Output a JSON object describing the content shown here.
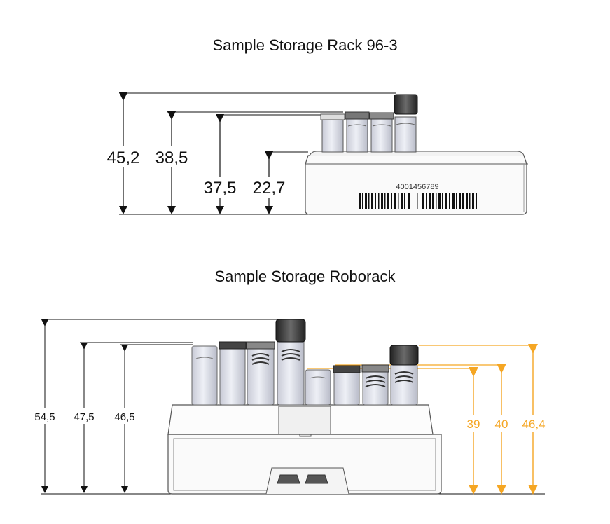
{
  "titles": {
    "top": "Sample Storage Rack 96-3",
    "bottom": "Sample Storage Roborack"
  },
  "rack_96_3": {
    "dimensions": [
      "45,2",
      "38,5",
      "37,5",
      "22,7"
    ],
    "barcode_number": "4001456789"
  },
  "roborack": {
    "dimensions_left": [
      "54,5",
      "47,5",
      "46,5"
    ],
    "dimensions_right": [
      "39",
      "40",
      "46,4"
    ]
  },
  "colors": {
    "dimension_line": "#111111",
    "accent_orange": "#f5a623",
    "part_outline": "#555555",
    "tube_fill": "#e2e4ec",
    "cap_fill": "#3a3a3a"
  }
}
